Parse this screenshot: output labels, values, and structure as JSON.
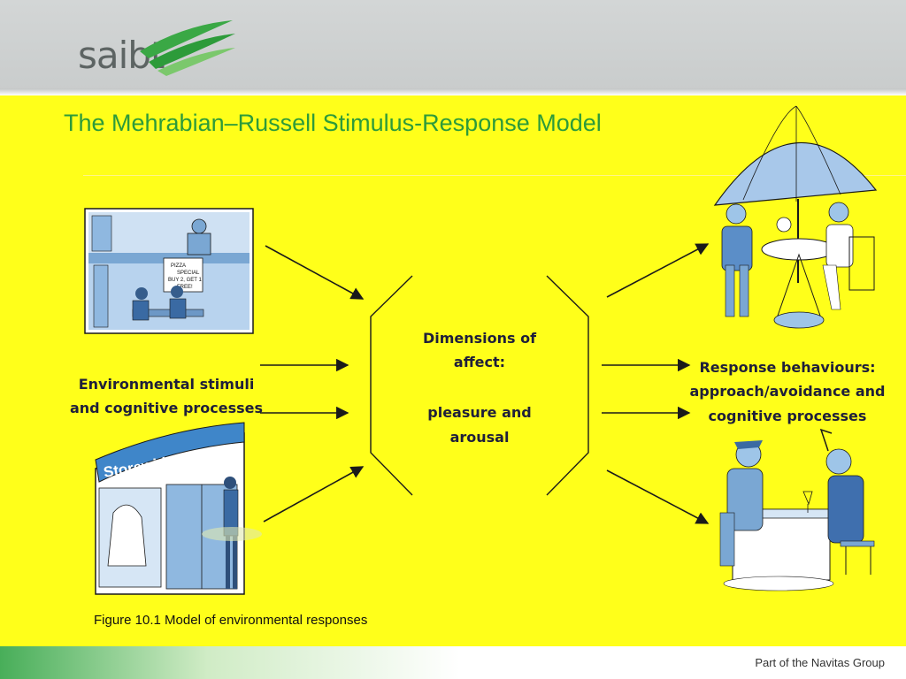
{
  "header": {
    "logo_text": "saibt"
  },
  "slide": {
    "title": "The Mehrabian–Russell Stimulus-Response Model"
  },
  "diagram": {
    "left_label": [
      "Environmental stimuli",
      "and cognitive processes"
    ],
    "center_label": [
      "Dimensions of",
      "affect:",
      "pleasure and",
      "arousal"
    ],
    "right_label": [
      "Response behaviours:",
      "approach/avoidance and",
      "cognitive processes"
    ],
    "pizza_sign": [
      "PIZZA",
      "SPECIAL",
      "BUY 2, GET 1",
      "FREE!"
    ],
    "sale_sign": "Storewide Sale"
  },
  "caption": "Figure 10.1 Model of environmental responses",
  "footer": {
    "text": "Part of the Navitas Group"
  },
  "colors": {
    "title_green": "#2d9b3a",
    "slide_yellow": "#ffff1a",
    "illustration_blue": "#9ec5e8"
  }
}
